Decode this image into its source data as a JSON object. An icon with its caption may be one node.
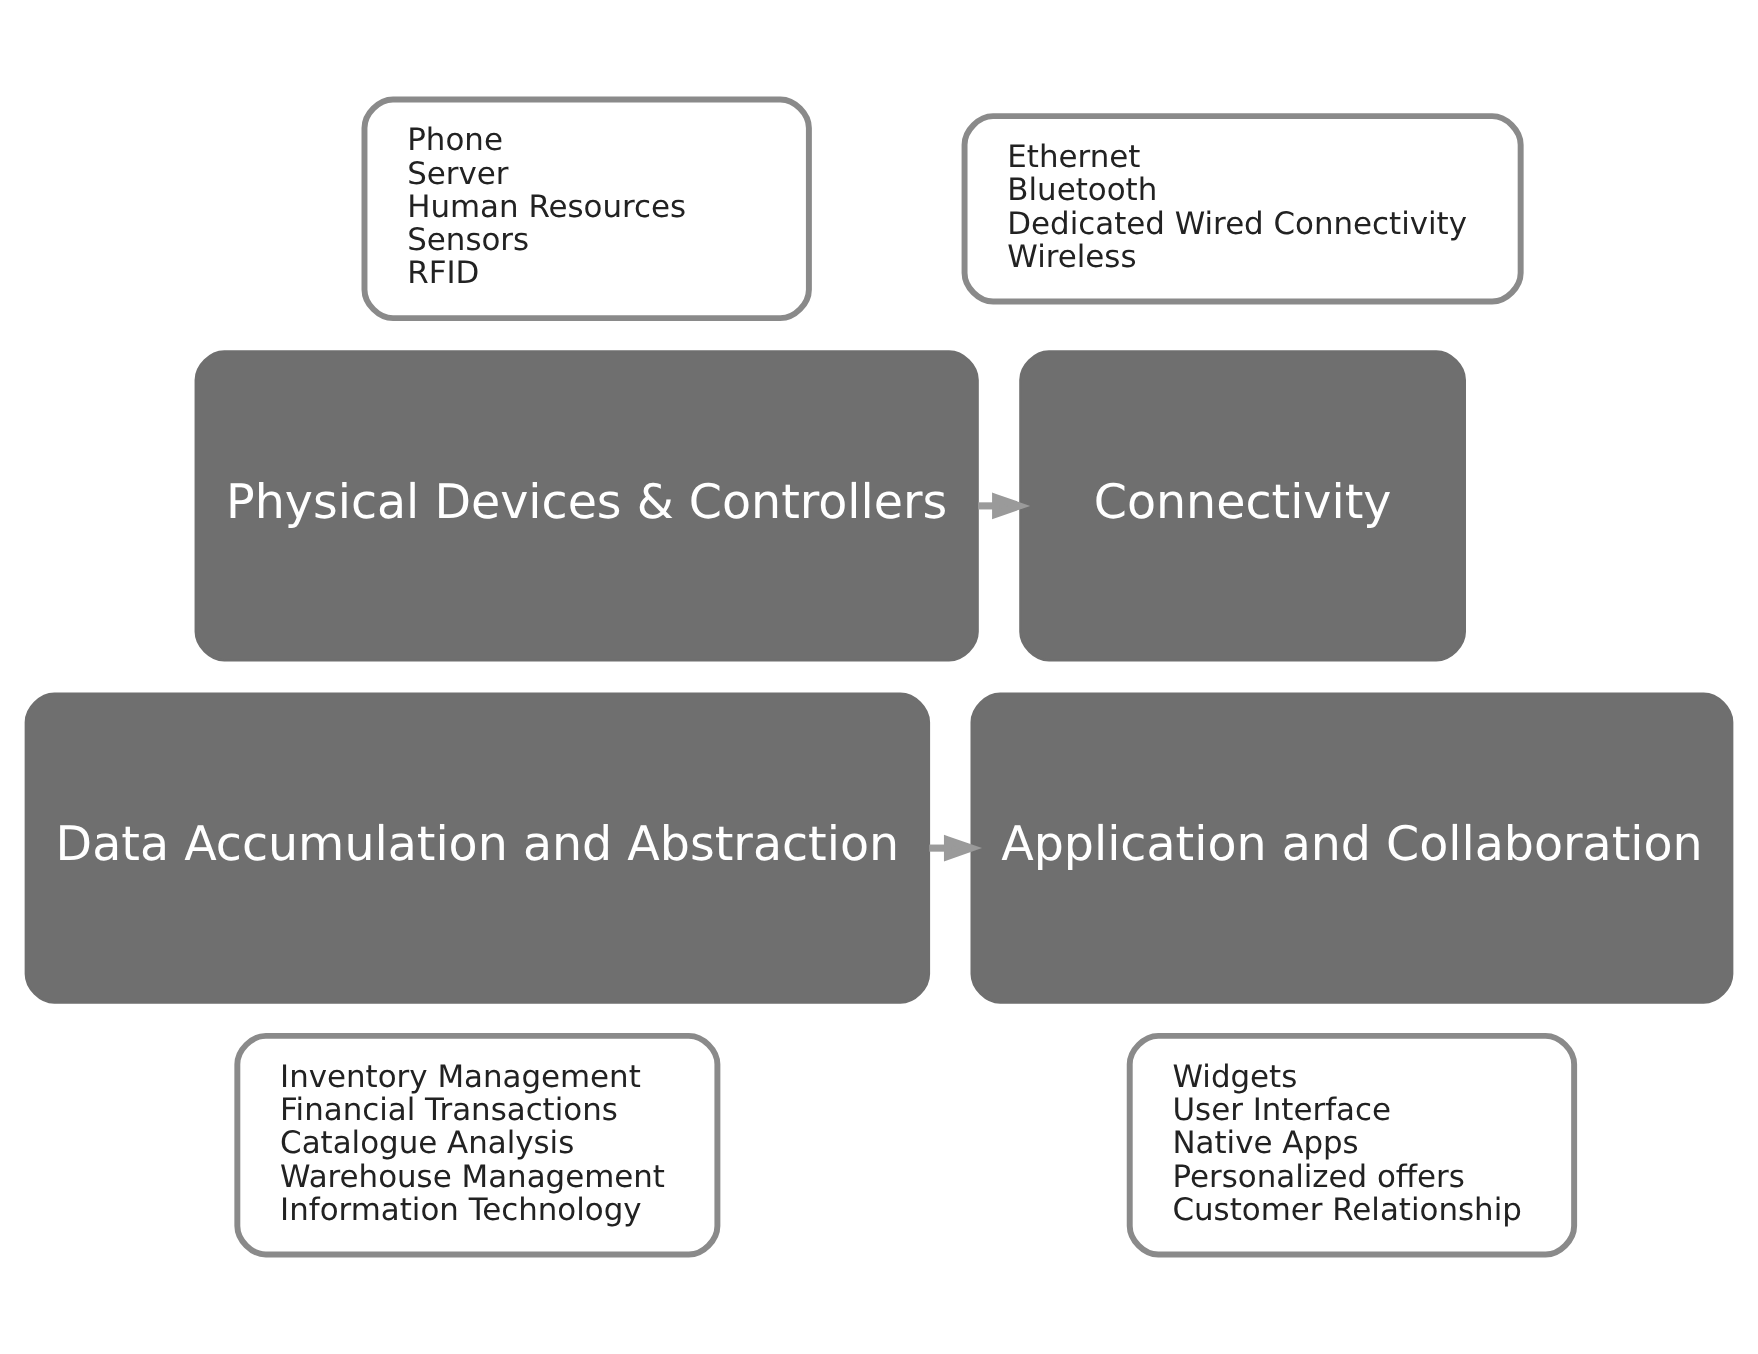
{
  "diagram": {
    "nodes": [
      {
        "text": [
          "Phone",
          "Server",
          "Human Resources",
          "Sensors",
          "RFID"
        ]
      },
      {
        "text": [
          "Ethernet",
          "Bluetooth",
          "Dedicated Wired Connectivity",
          "Wireless"
        ]
      },
      {
        "text": [
          "Physical Devices & Controllers"
        ]
      },
      {
        "text": [
          "Connectivity"
        ]
      },
      {
        "text": [
          "Application and Collaboration"
        ]
      },
      {
        "text": [
          "Data Accumulation and Abstraction"
        ]
      },
      {
        "text": [
          "Widgets",
          "User Interface",
          "Native Apps",
          "Personalized offers",
          "Customer Relationship"
        ]
      },
      {
        "text": [
          "Inventory Management",
          "Financial Transactions",
          "Catalogue Analysis",
          "Warehouse Management",
          "Information Technology"
        ]
      }
    ],
    "edges": [
      {
        "from": 2,
        "to": 3,
        "arrow": "to"
      },
      {
        "from": 5,
        "to": 4,
        "arrow": "to"
      }
    ]
  }
}
